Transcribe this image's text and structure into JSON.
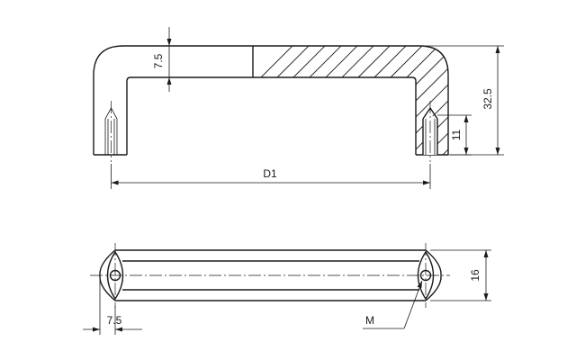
{
  "dimensions": {
    "wall_thickness": "7.5",
    "overall_height": "32.5",
    "insert_depth": "11",
    "center_distance": "D1",
    "width": "16",
    "end_offset": "7.5",
    "thread": "M"
  }
}
